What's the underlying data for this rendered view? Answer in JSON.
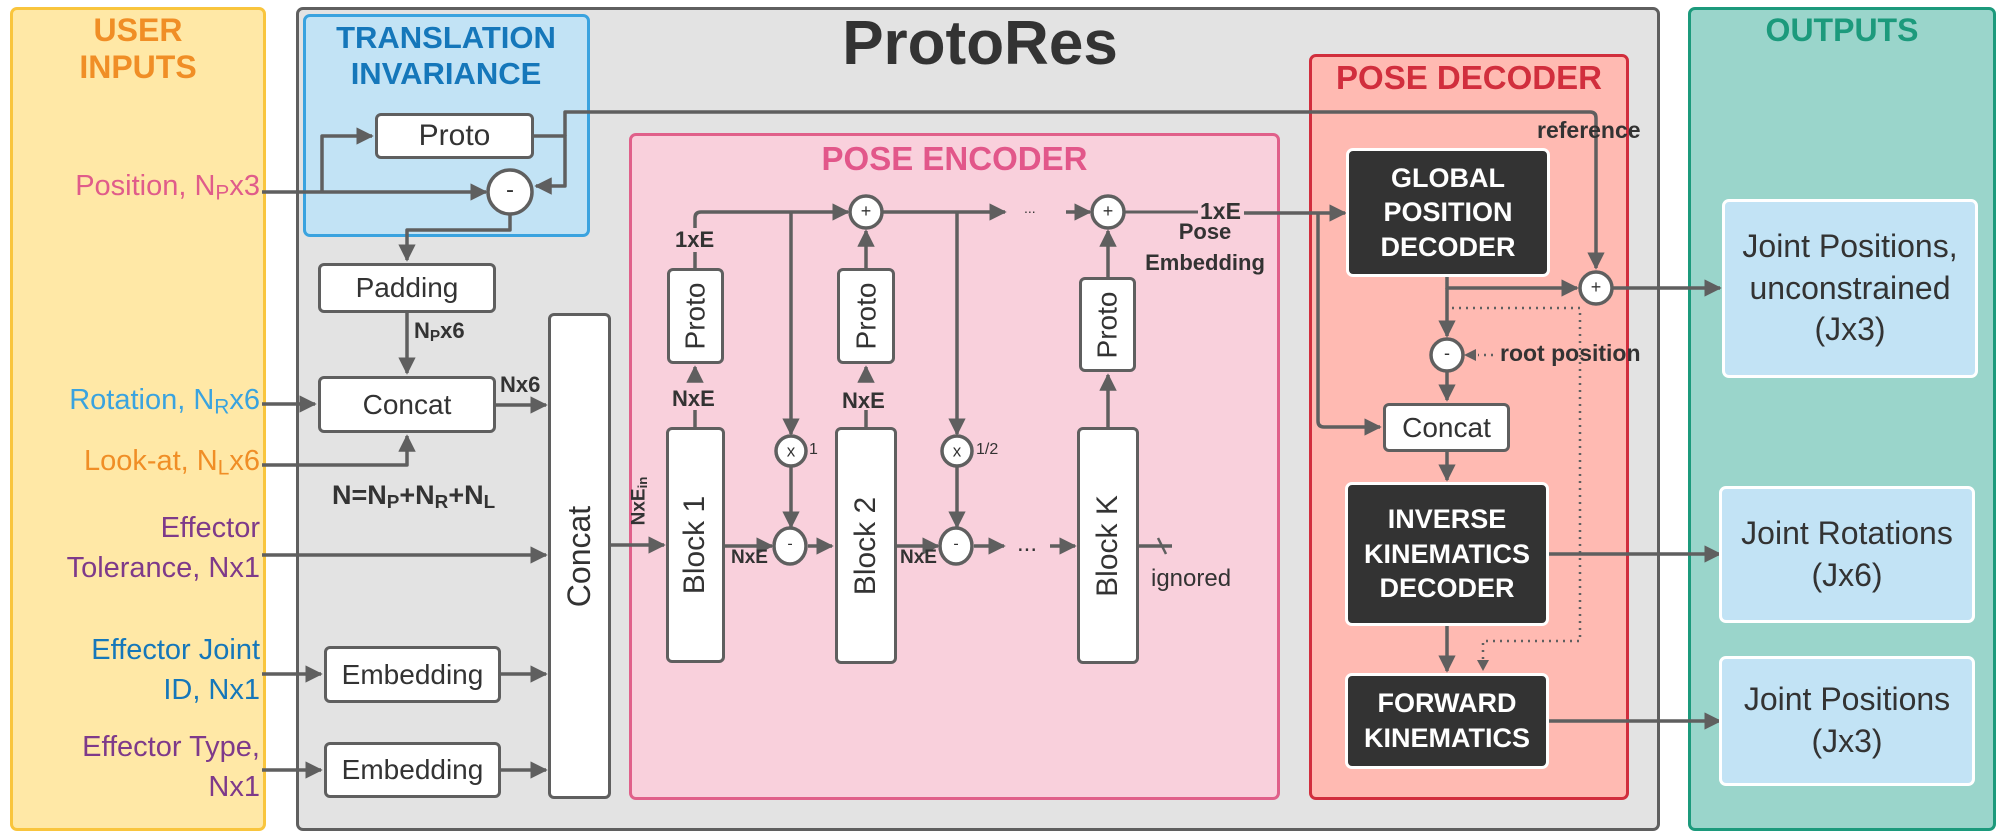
{
  "diagram": {
    "title": "ProtoRes",
    "sections": {
      "user_inputs": "USER INPUTS",
      "translation_invariance": "TRANSLATION INVARIANCE",
      "pose_encoder": "POSE ENCODER",
      "pose_decoder": "POSE DECODER",
      "outputs": "OUTPUTS"
    },
    "inputs": [
      {
        "main": "Position, N",
        "sub": "P",
        "tail": "x3",
        "color": "#e05c8a"
      },
      {
        "main": "Rotation, N",
        "sub": "R",
        "tail": "x6",
        "color": "#3aa3df"
      },
      {
        "main": "Look-at, N",
        "sub": "L",
        "tail": "x6",
        "color": "#f08e26"
      },
      {
        "line1": "Effector",
        "line2": "Tolerance, Nx1",
        "color": "#7e3a8a"
      },
      {
        "line1": "Effector Joint",
        "line2": "ID, Nx1",
        "color": "#1577ba"
      },
      {
        "line1": "Effector Type,",
        "line2": "Nx1",
        "color": "#7e3a8a"
      }
    ],
    "translation_block": {
      "proto": "Proto",
      "subtract": "-"
    },
    "preprocess": {
      "padding": "Padding",
      "concat_small": "Concat",
      "concat_big": "Concat",
      "embedding_joint": "Embedding",
      "embedding_type": "Embedding",
      "np_x6": {
        "main": "N",
        "sub": "P",
        "tail": "x6"
      },
      "n_x6": "Nx6",
      "n_formula": {
        "n": "N=N",
        "p": "P",
        "plus1": "+N",
        "r": "R",
        "plus2": "+N",
        "l": "L"
      },
      "nxe_in": {
        "main": "NxE",
        "sub": "in"
      }
    },
    "encoder": {
      "blocks": [
        "Block 1",
        "Block 2",
        "Block K"
      ],
      "protos": [
        "Proto",
        "Proto",
        "Proto"
      ],
      "label_1xe": "1xE",
      "label_nxe": "NxE",
      "scale_1": "1",
      "scale_half": "1/2",
      "ellipsis": "...",
      "ignored": "ignored",
      "output_1xe": "1xE",
      "pose_embedding": "Pose Embedding",
      "ops": {
        "add": "+",
        "subtract": "-",
        "multiply": "x"
      }
    },
    "decoder": {
      "global_position_decoder": "GLOBAL POSITION DECODER",
      "inverse_kinematics_decoder": "INVERSE KINEMATICS DECODER",
      "forward_kinematics": "FORWARD KINEMATICS",
      "concat": "Concat",
      "reference": "reference",
      "root_position": "root position"
    },
    "outputs": [
      "Joint Positions, unconstrained (Jx3)",
      "Joint Rotations (Jx6)",
      "Joint Positions (Jx3)"
    ],
    "colors": {
      "inputs_bg": "#ffe8a6",
      "translation_bg": "#c2e3f5",
      "encoder_bg": "#f9d0dc",
      "decoder_bg": "#ffbab2",
      "outputs_bg": "#9ad5cb",
      "main_bg": "#e3e3e3",
      "dark_block": "#333333",
      "wire": "#5f5f5f"
    }
  }
}
